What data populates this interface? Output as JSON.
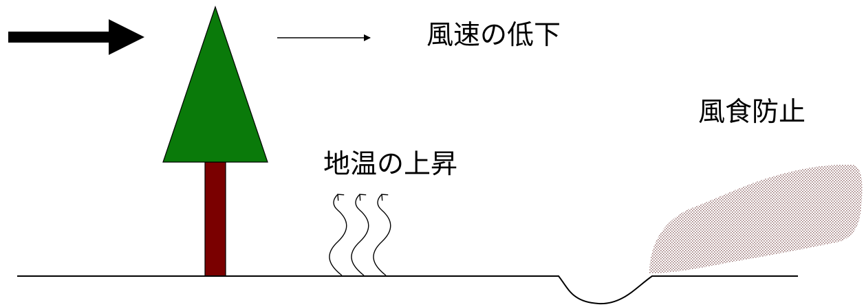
{
  "labels": {
    "wind_speed": "風速の低下",
    "soil_temperature": "地温の上昇",
    "wind_erosion": "風食防止"
  },
  "colors": {
    "tree_crown": "#0a7a0a",
    "tree_trunk": "#7a0000",
    "outline": "#000000",
    "soil_cloud": "#b89898",
    "background": "#ffffff"
  },
  "icons": {
    "strong_wind": "thick-arrow-right",
    "weak_wind": "thin-arrow-right",
    "heat": "wavy-arrow-up"
  }
}
